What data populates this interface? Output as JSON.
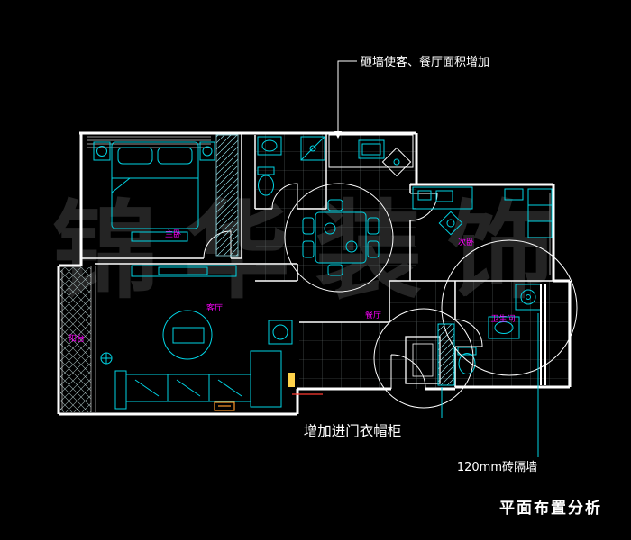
{
  "drawing": {
    "title": "平面布置分析",
    "watermark": "锦华装饰"
  },
  "annotations": {
    "demolish": "砸墙使客、餐厅面积增加",
    "wardrobe": "增加进门衣帽柜",
    "partition": "120mm砖隔墙"
  },
  "rooms": {
    "master": "主卧",
    "balcony": "阳台",
    "living": "客厅",
    "dining": "餐厅",
    "second": "次卧",
    "bath": "卫生间"
  },
  "colors": {
    "background": "#000000",
    "wall": "#ffffff",
    "furniture": "#00d4e4",
    "room_label": "#ff00ff",
    "leader": "#00d4e4",
    "grid": "#606868",
    "accent_yellow": "#ffd24a",
    "accent_orange": "#ff9a2a",
    "accent_red": "#ff3b30",
    "watermark": "#242424"
  }
}
